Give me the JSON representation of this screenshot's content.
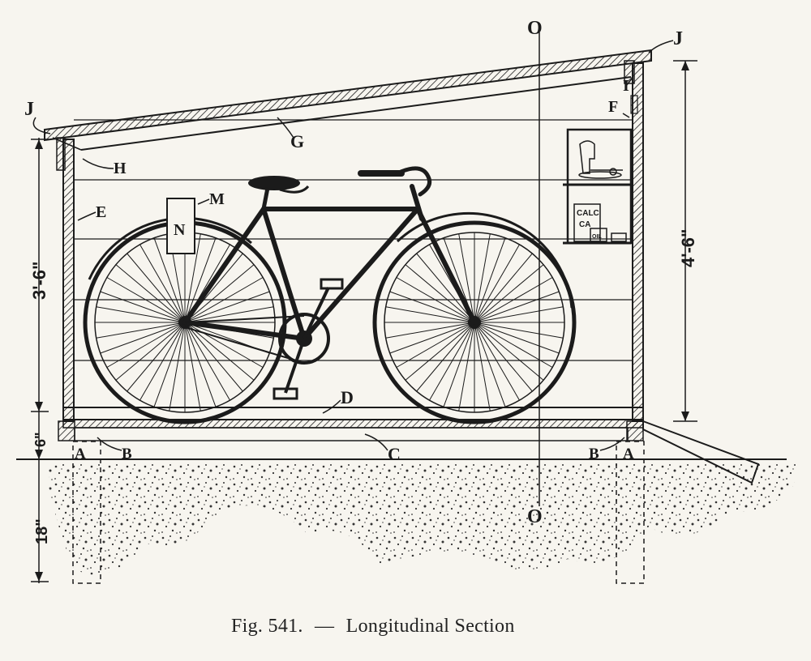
{
  "caption": {
    "fig": "Fig. 541.",
    "dash": "—",
    "title": "Longitudinal Section"
  },
  "labels": {
    "O_top": "O",
    "O_bottom": "O",
    "J_left": "J",
    "J_right": "J",
    "I": "I",
    "F": "F",
    "G": "G",
    "H": "H",
    "E": "E",
    "M": "M",
    "N": "N",
    "D": "D",
    "C": "C",
    "A_left": "A",
    "B_left": "B",
    "B_right": "B",
    "A_right": "A"
  },
  "dimensions": {
    "left_wall": "3'-6\"",
    "right_wall": "4'-6\"",
    "floor": "6\"",
    "footing": "18\""
  },
  "shelf_items": {
    "can_label_1": "CALC",
    "can_label_2": "CA",
    "oil_label": "OIL"
  },
  "colors": {
    "ink": "#1b1b1b",
    "paper": "#f7f5ef"
  }
}
